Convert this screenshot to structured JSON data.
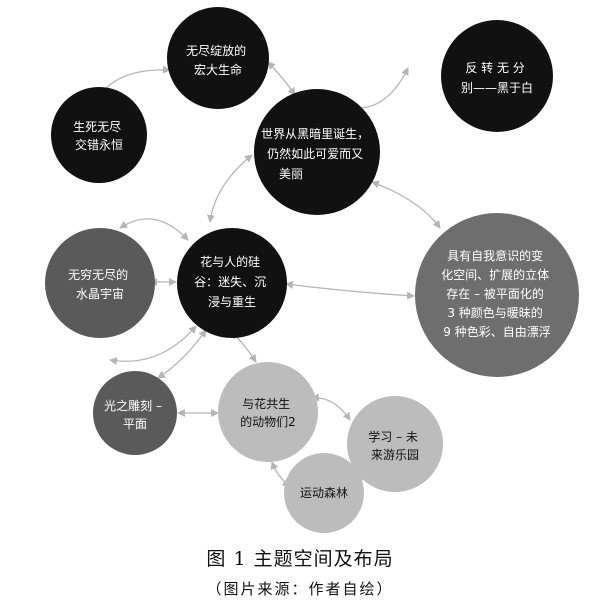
{
  "nodes": {
    "blossom": {
      "lines": [
        "无尽绽放的",
        "宏大生命"
      ]
    },
    "reverse": {
      "lines": [
        "反 转 无 分",
        "别——黑于白"
      ]
    },
    "lifedeath": {
      "lines": [
        "生死无尽",
        "交错永恒"
      ]
    },
    "world": {
      "lines": [
        "世界从黑暗里诞生，",
        "仍然如此可爱而又",
        "美丽"
      ]
    },
    "silicon": {
      "lines": [
        "花与人的硅",
        "谷：迷失、沉",
        "浸与重生"
      ]
    },
    "crystal": {
      "lines": [
        "无穷无尽的",
        "水晶宇宙"
      ]
    },
    "selfaware": {
      "lines": [
        "具有自我意识的变",
        "化空间、扩展的立体",
        "存在 – 被平面化的",
        "3 种颜色与暖昧的",
        "9 种色彩、自由漂浮"
      ]
    },
    "sculpt": {
      "lines": [
        "光之雕刻 –",
        "平面"
      ]
    },
    "coexist": {
      "lines": [
        "与花共生",
        "的动物们2"
      ]
    },
    "learn": {
      "lines": [
        "学习 – 未",
        "来游乐园"
      ]
    },
    "forest": {
      "lines": [
        "运动森林"
      ]
    }
  },
  "colors": {
    "black": "#111111",
    "dark_gray": "#5a5a5a",
    "mid_gray": "#6e6e6e",
    "light_gray": "#bcbcbc",
    "arrow": "#b5b5b5"
  },
  "caption": {
    "title": "图 1  主题空间及布局",
    "source": "（图片来源：作者自绘）"
  }
}
